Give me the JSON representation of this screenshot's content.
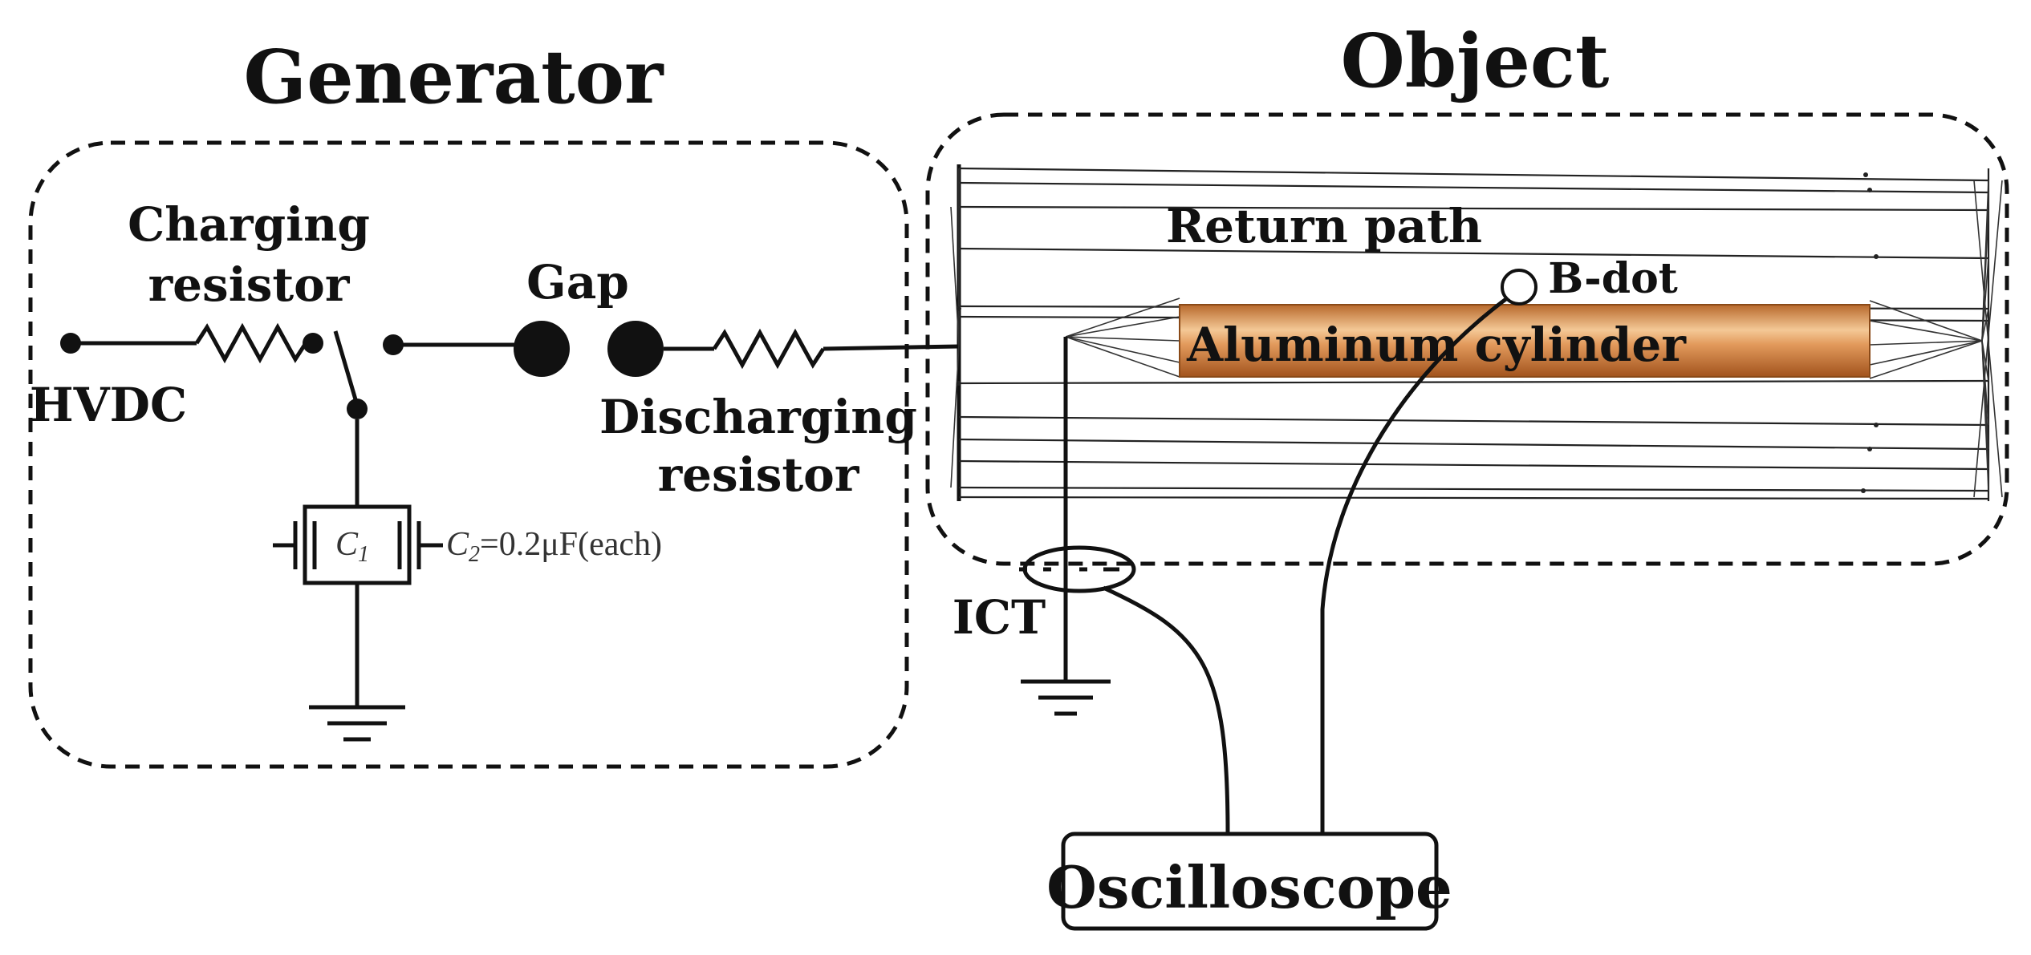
{
  "sections": {
    "generator_title": "Generator",
    "object_title": "Object"
  },
  "labels": {
    "charging_resistor_line1": "Charging",
    "charging_resistor_line2": "resistor",
    "hvdc": "HVDC",
    "gap": "Gap",
    "discharging_resistor_line1": "Discharging",
    "discharging_resistor_line2": "resistor",
    "c1": "C",
    "c1_sub": "1",
    "c2": "C",
    "c2_sub": "2",
    "c_value": "=0.2μF(each)",
    "return_path": "Return path",
    "bdot": "B-dot",
    "cylinder": "Aluminum cylinder",
    "ict": "ICT",
    "oscilloscope": "Oscilloscope"
  },
  "colors": {
    "cylinder_dark": "#a85a22",
    "cylinder_light": "#f6cfa0",
    "line": "#111111"
  }
}
